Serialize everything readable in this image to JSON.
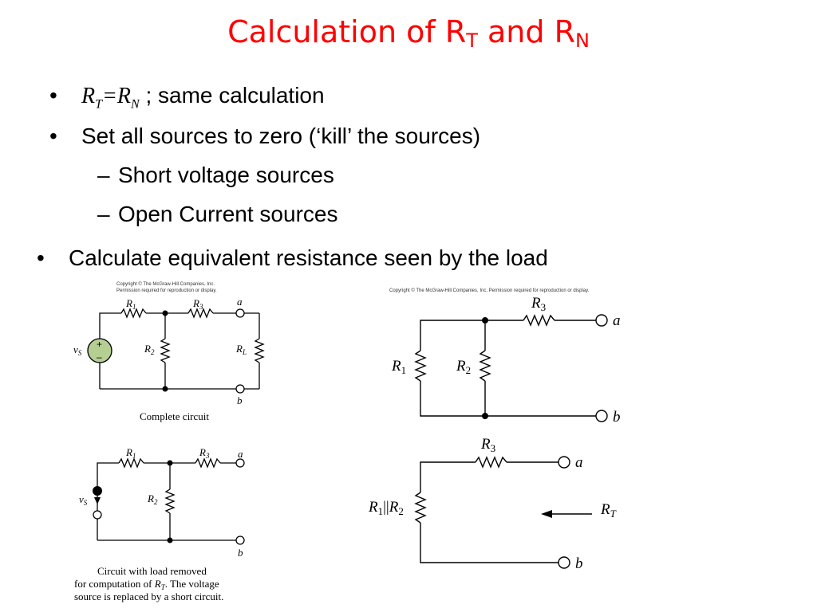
{
  "title": {
    "main": "Calculation of R",
    "sub1": "T",
    "and": " and R",
    "sub2": "N"
  },
  "bullets": {
    "b1_eq_R": "R",
    "b1_eq_T": "T",
    "b1_eq_eq": "=R",
    "b1_eq_N": "N",
    "b1_text": " ; same calculation",
    "b2": "Set all sources to zero (‘kill’ the sources)",
    "b2a": "Short voltage sources",
    "b2b": "Open Current sources",
    "b3": "Calculate equivalent resistance seen by the load",
    "marker": "•",
    "dash": "–"
  },
  "figures": {
    "copyright_1a": "Copyright © The McGraw-Hill Companies, Inc.",
    "copyright_1b": "Permission required for reproduction or display.",
    "copyright_2": "Copyright © The McGraw-Hill Companies, Inc. Permission required for reproduction or display.",
    "fig1": {
      "r1": "R",
      "r1s": "1",
      "r2": "R",
      "r2s": "2",
      "r3": "R",
      "r3s": "3",
      "rl": "R",
      "rls": "L",
      "vs": "v",
      "vss": "S",
      "plus": "+",
      "minus": "–",
      "a": "a",
      "b": "b",
      "caption": "Complete circuit"
    },
    "fig2": {
      "r1": "R",
      "r1s": "1",
      "r2": "R",
      "r2s": "2",
      "r3": "R",
      "r3s": "3",
      "vs": "v",
      "vss": "S",
      "a": "a",
      "b": "b",
      "cap1": "Circuit with  load removed",
      "cap2a": "for computation of ",
      "cap2r": "R",
      "cap2t": "T",
      "cap2b": ". The voltage",
      "cap3": "source is replaced by a short circuit."
    },
    "fig3": {
      "r1": "R",
      "r1s": "1",
      "r2": "R",
      "r2s": "2",
      "r3": "R",
      "r3s": "3",
      "a": "a",
      "b": "b"
    },
    "fig4": {
      "r3": "R",
      "r3s": "3",
      "rp1": "R",
      "rp1s": "1",
      "par": "||",
      "rp2": "R",
      "rp2s": "2",
      "rt": "R",
      "rts": "T",
      "a": "a",
      "b": "b"
    }
  }
}
